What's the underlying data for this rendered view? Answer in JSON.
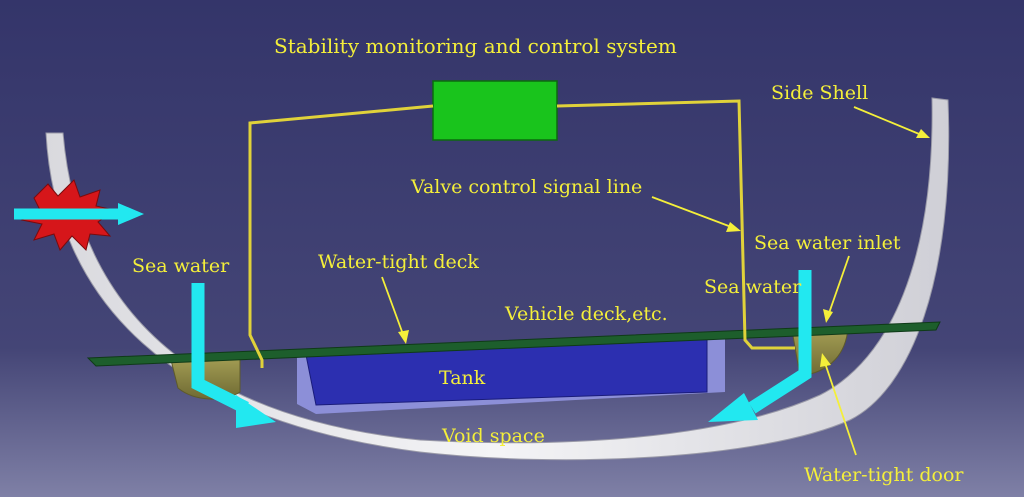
{
  "labels": {
    "system": "Stability monitoring and control system",
    "side_shell": "Side Shell",
    "valve_line": "Valve control signal line",
    "inlet": "Sea water inlet",
    "sea_water_left": "Sea water",
    "sea_water_right": "Sea water",
    "wt_deck": "Water-tight deck",
    "vehicle_deck": "Vehicle deck,etc.",
    "tank": "Tank",
    "void": "Void space",
    "wt_door": "Water-tight door"
  },
  "colors": {
    "background": "#3b3c6e",
    "label": "#f4ef3a",
    "signal_line": "#e0d23a",
    "control_box": "#19c41c",
    "tank": "#2c2fb0",
    "deck": "#1d5e2c",
    "water_arrow": "#22e8f0",
    "hull": "#e6e6ea",
    "door": "#8a8440",
    "impact_star": "#d6161a"
  },
  "icons": {
    "impact": "impact-starburst-icon",
    "flow": "water-flow-arrow-icon"
  }
}
